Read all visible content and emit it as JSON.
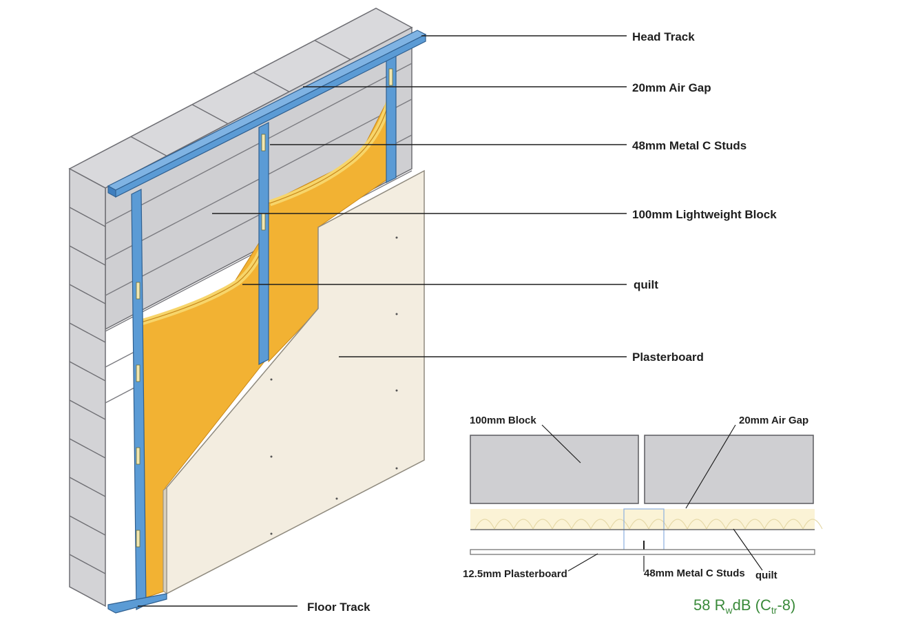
{
  "labels": {
    "head_track": "Head Track",
    "air_gap": "20mm Air Gap",
    "studs": "48mm Metal C Studs",
    "block": "100mm Lightweight Block",
    "quilt": "quilt",
    "plasterboard": "Plasterboard",
    "floor_track": "Floor Track"
  },
  "section": {
    "block": "100mm Block",
    "air_gap": "20mm Air Gap",
    "plasterboard": "12.5mm Plasterboard",
    "studs": "48mm Metal C Studs",
    "quilt": "quilt"
  },
  "rating": {
    "value": "58",
    "r": "R",
    "w": "w",
    "db": "dB (C",
    "tr": "tr",
    "ctr": "-8)",
    "color": "#3a8a3a"
  },
  "colors": {
    "block": "#cfcfd2",
    "mortar": "#7d7d82",
    "steel": "#5b9bd5",
    "quilt": "#f2b233",
    "board": "#f3ede0"
  }
}
